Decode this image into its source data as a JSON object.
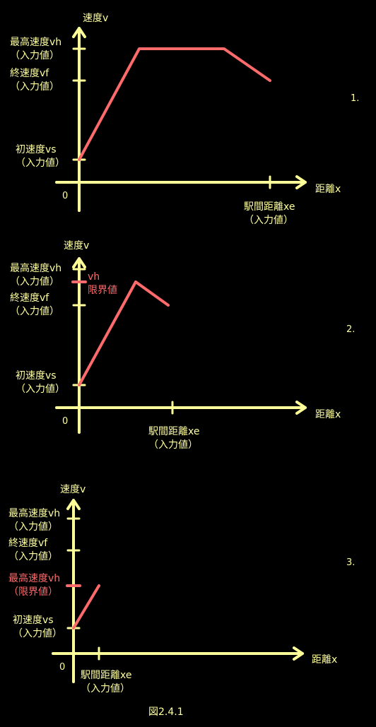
{
  "caption": "図2.4.1",
  "colors": {
    "axis": "#ffff99",
    "text": "#ffffa0",
    "curve": "#ff6b6b",
    "background": "#000000"
  },
  "diagrams": [
    {
      "number": "1.",
      "y_axis": "速度v",
      "x_axis": "距離x",
      "origin": "0",
      "vh_label": "最高速度vh",
      "vh_sub": "（入力値）",
      "vf_label": "終速度vf",
      "vf_sub": "（入力値）",
      "vs_label": "初速度vs",
      "vs_sub": "（入力値）",
      "xe_label": "駅間距離xe",
      "xe_sub": "（入力値）"
    },
    {
      "number": "2.",
      "y_axis": "速度v",
      "x_axis": "距離x",
      "origin": "0",
      "vh_label": "最高速度vh",
      "vh_sub": "（入力値）",
      "vf_label": "終速度vf",
      "vf_sub": "（入力値）",
      "vs_label": "初速度vs",
      "vs_sub": "（入力値）",
      "xe_label": "駅間距離xe",
      "xe_sub": "（入力値）",
      "limit_label": "vh",
      "limit_sub": "限界値"
    },
    {
      "number": "3.",
      "y_axis": "速度v",
      "x_axis": "距離x",
      "origin": "0",
      "vh_label": "最高速度vh",
      "vh_sub": "（入力値）",
      "vf_label": "終速度vf",
      "vf_sub": "（入力値）",
      "limit_label": "最高速度vh",
      "limit_sub": "（限界値）",
      "vs_label": "初速度vs",
      "vs_sub": "（入力値）",
      "xe_label": "駅間距離xe",
      "xe_sub": "（入力値）"
    }
  ]
}
